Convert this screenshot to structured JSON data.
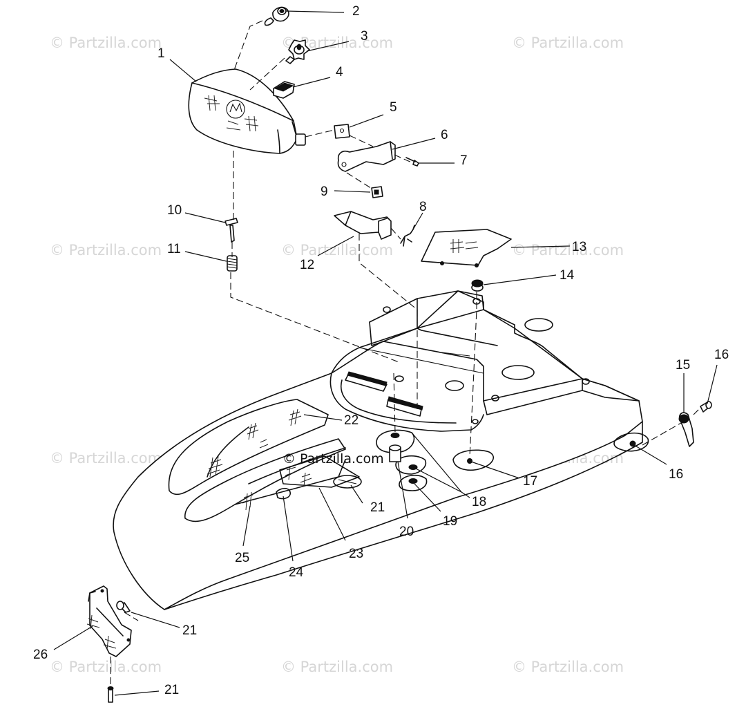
{
  "watermark": {
    "text": "© Partzilla.com"
  },
  "callouts": {
    "c1": "1",
    "c2": "2",
    "c3": "3",
    "c4": "4",
    "c5": "5",
    "c6": "6",
    "c7": "7",
    "c8": "8",
    "c9": "9",
    "c10": "10",
    "c11": "11",
    "c12": "12",
    "c13": "13",
    "c14": "14",
    "c15": "15",
    "c16a": "16",
    "c16b": "16",
    "c17": "17",
    "c18": "18",
    "c19": "19",
    "c20": "20",
    "c21a": "21",
    "c21b": "21",
    "c21c": "21",
    "c22": "22",
    "c23": "23",
    "c24": "24",
    "c25": "25",
    "c26": "26"
  }
}
